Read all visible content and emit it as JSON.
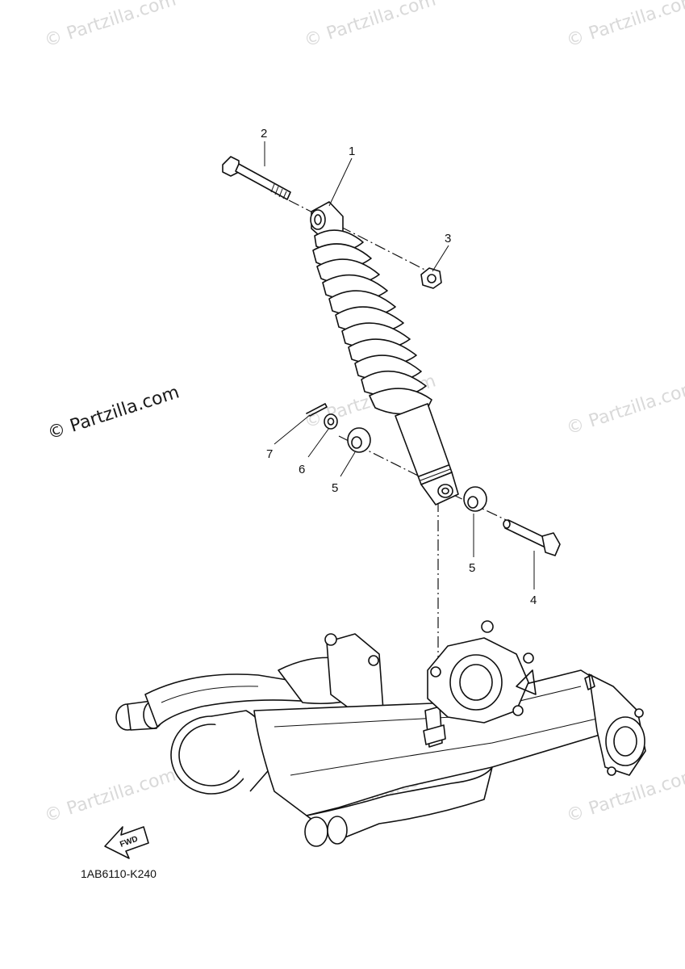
{
  "watermarks": {
    "brand": "© Partzilla.com",
    "main": "© Partzilla.com"
  },
  "callouts": {
    "c1": "1",
    "c2": "2",
    "c3": "3",
    "c4": "4",
    "c5a": "5",
    "c5b": "5",
    "c6": "6",
    "c7": "7"
  },
  "fwd_label": "FWD",
  "diagram_code": "1AB6110-K240"
}
